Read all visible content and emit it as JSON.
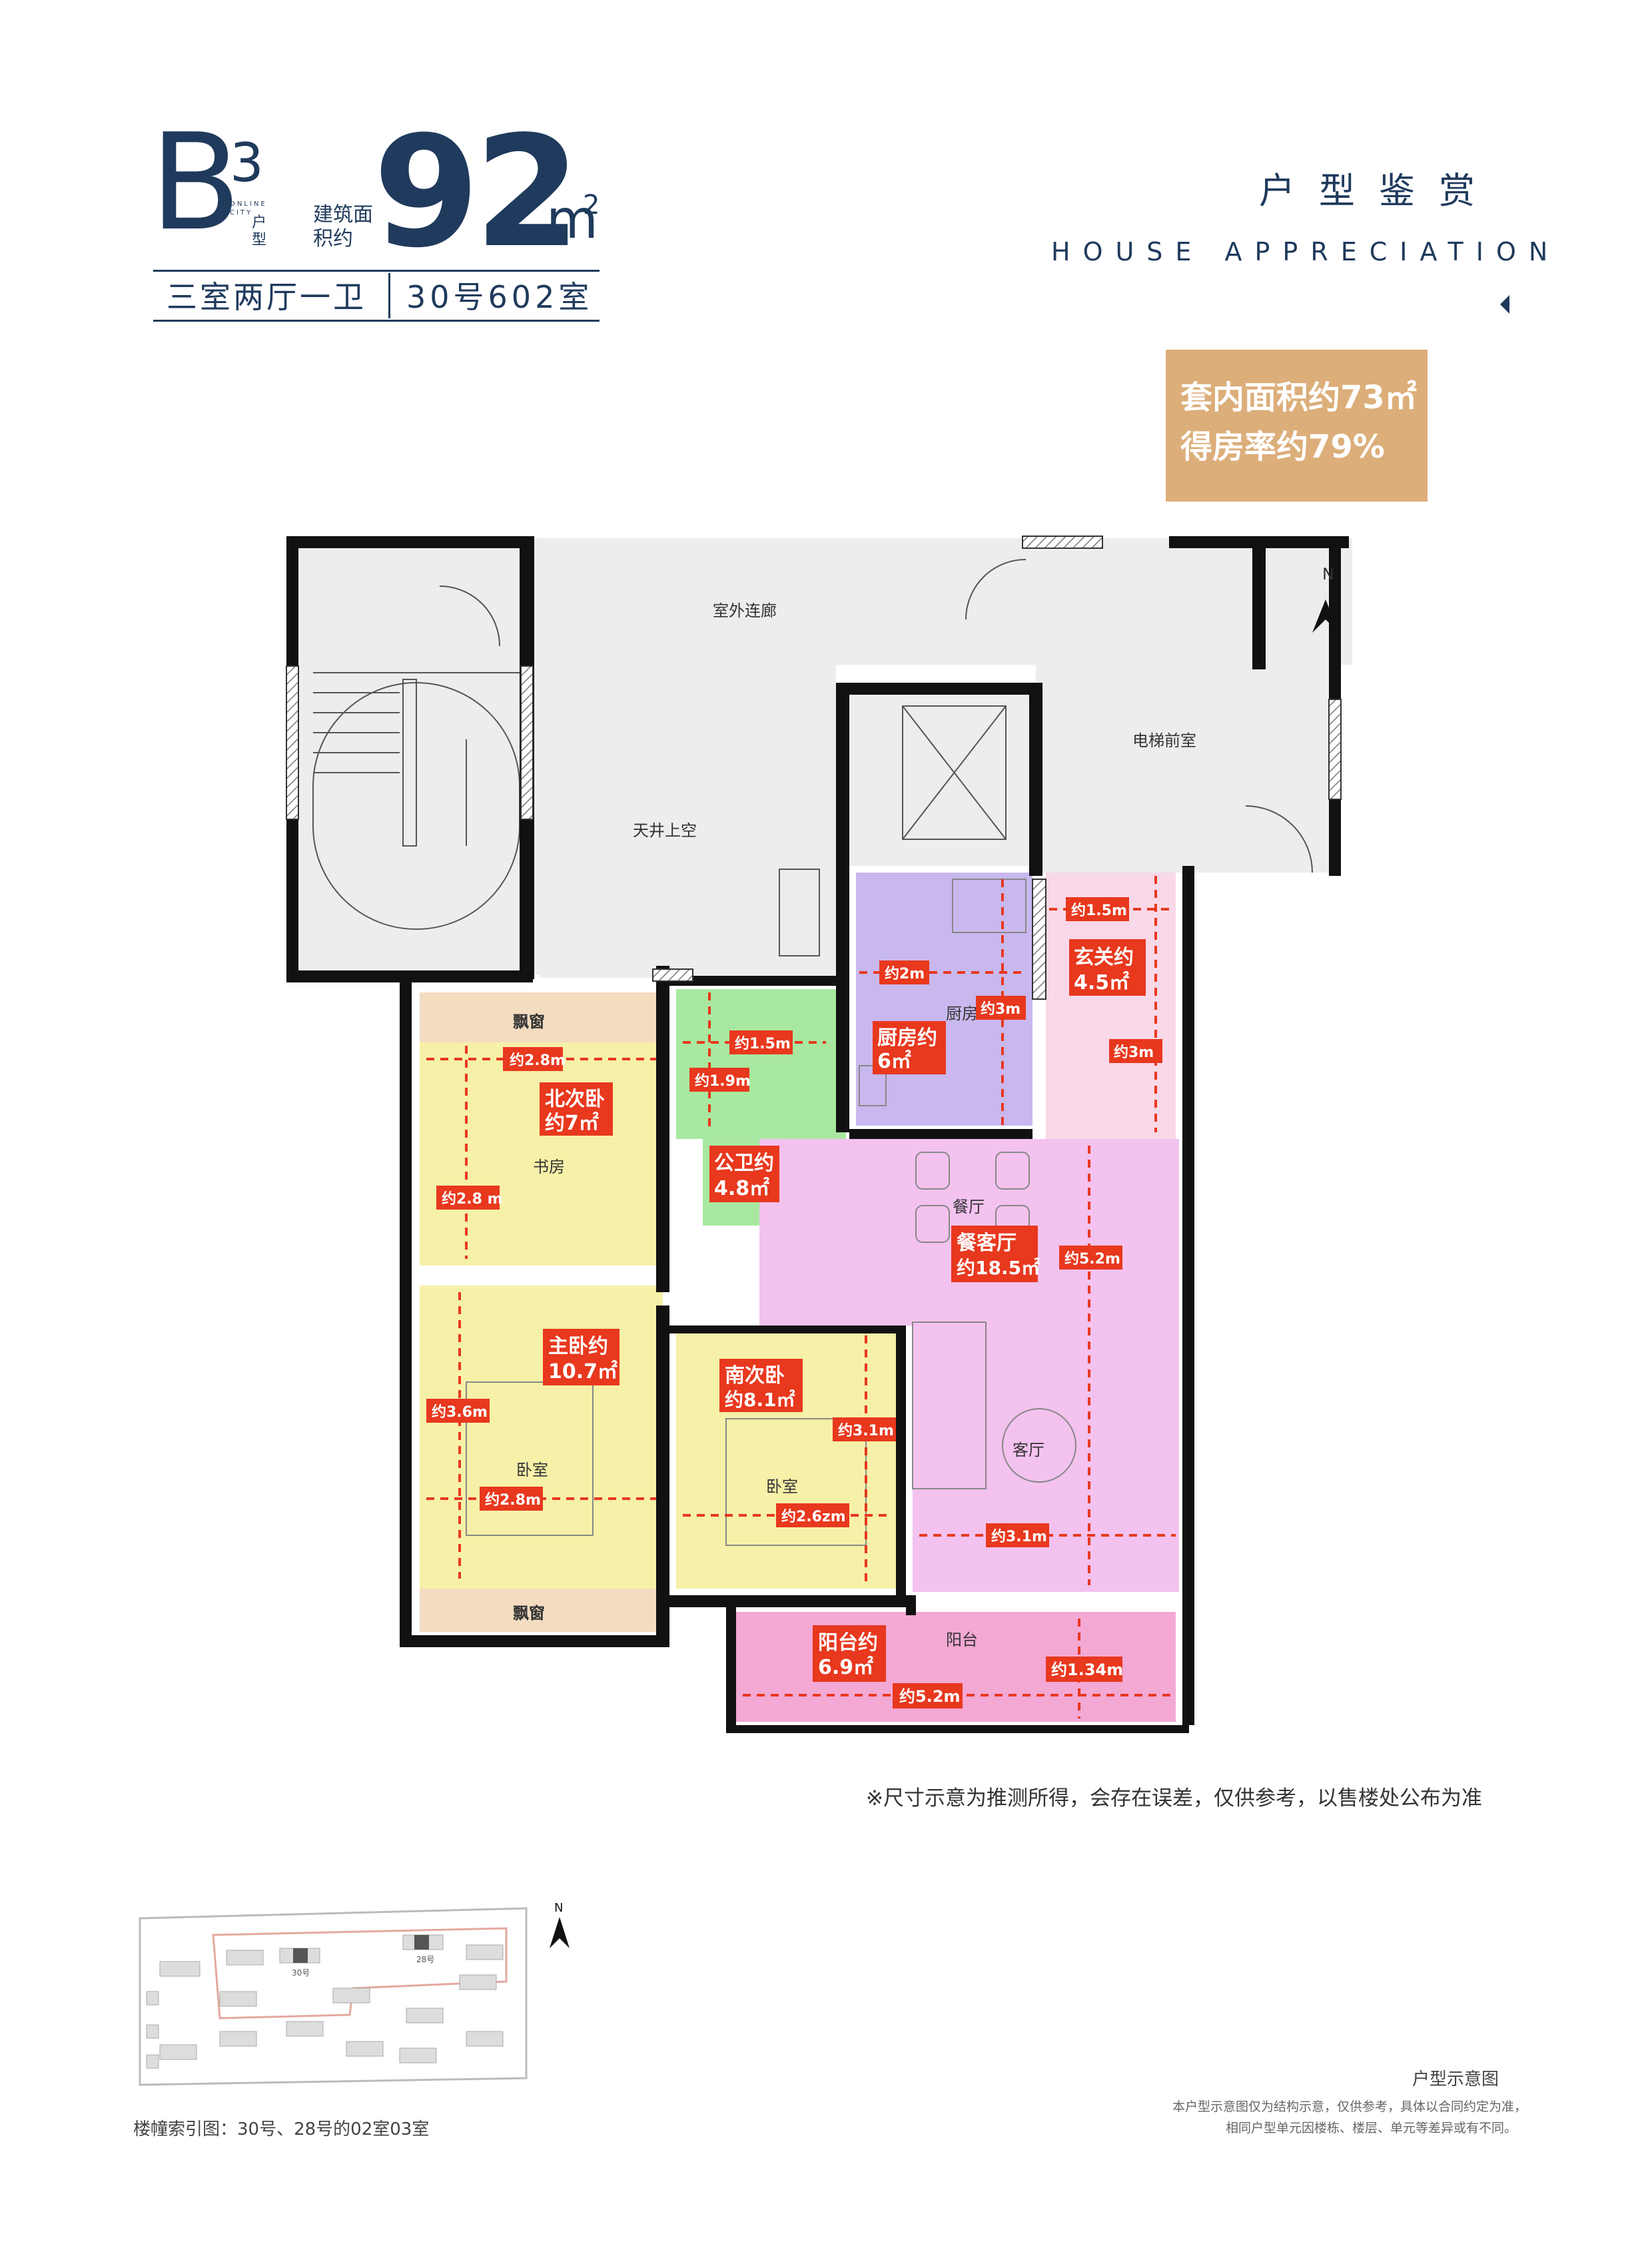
{
  "header": {
    "unit_letter": "B",
    "unit_sub": "3",
    "brand_tiny": "ONLINE CITY",
    "huxing_label": "户型",
    "build_area_label": "建筑面积约",
    "area_number": "92",
    "area_unit": "m",
    "area_sup": "2",
    "rooms": "三室两厅一卫",
    "unit_no": "30号602室",
    "title_cn": "户型鉴赏",
    "title_en": "HOUSE APPRECIATION"
  },
  "badge": {
    "inner_area": "套内面积约73㎡",
    "efficiency": "得房率约79%",
    "color": "#dcae7a"
  },
  "plan": {
    "common_labels": {
      "corridor": "室外连廊",
      "elevator_hall": "电梯前室",
      "atrium": "天井上空",
      "north": "N"
    },
    "room_labels": {
      "bay_window_top": "飘窗",
      "bay_window_bottom": "飘窗",
      "study": "书房",
      "bedroom_main": "卧室",
      "bedroom_south": "卧室",
      "kitchen": "厨房",
      "dining": "餐厅",
      "living": "客厅",
      "balcony": "阳台"
    },
    "tags": {
      "north_bedroom_1": "北次卧",
      "north_bedroom_2": "约7㎡",
      "bath_1": "公卫约",
      "bath_2": "4.8㎡",
      "kitchen_1": "厨房约",
      "kitchen_2": "6㎡",
      "foyer_1": "玄关约",
      "foyer_2": "4.5㎡",
      "dining_1": "餐客厅",
      "dining_2": "约18.5㎡",
      "master_1": "主卧约",
      "master_2": "10.7㎡",
      "south_1": "南次卧",
      "south_2": "约8.1㎡",
      "balcony_1": "阳台约",
      "balcony_2": "6.9㎡"
    },
    "dimensions": {
      "nb_width": "约2.8m",
      "nb_depth": "约2.8 m",
      "bath_width": "约1.5m",
      "bath_depth": "约1.9m",
      "kitchen_width": "约2m",
      "kitchen_depth": "约3m",
      "foyer_width": "约1.5m",
      "foyer_depth": "约3m",
      "living_depth": "约5.2m",
      "living_width": "约3.1m",
      "master_depth": "约3.6m",
      "master_width": "约2.8m",
      "south_depth": "约3.1m",
      "south_width": "约2.6zm",
      "balcony_width": "约5.2m",
      "balcony_depth": "约1.34m"
    },
    "colors": {
      "bedroom": "#f6f0a8",
      "bath": "#a8e8a0",
      "kitchen": "#c9b8ee",
      "foyer": "#f9d8e8",
      "living": "#f3c2ef",
      "balcony": "#f4a8d4",
      "bay": "#f3dcc0",
      "common": "#ededed",
      "tag": "#e8381e",
      "dim": "#e8381e"
    }
  },
  "site_plan": {
    "bldg_30": "30号",
    "bldg_28": "28号",
    "north": "N"
  },
  "footer": {
    "disclaimer": "※尺寸示意为推测所得，会存在误差，仅供参考，以售楼处公布为准",
    "site_index": "楼幢索引图：30号、28号的02室03室",
    "legend_title": "户型示意图",
    "legend_note_1": "本户型示意图仅为结构示意，仅供参考，具体以合同约定为准，",
    "legend_note_2": "相同户型单元因楼栋、楼层、单元等差异或有不同。"
  }
}
